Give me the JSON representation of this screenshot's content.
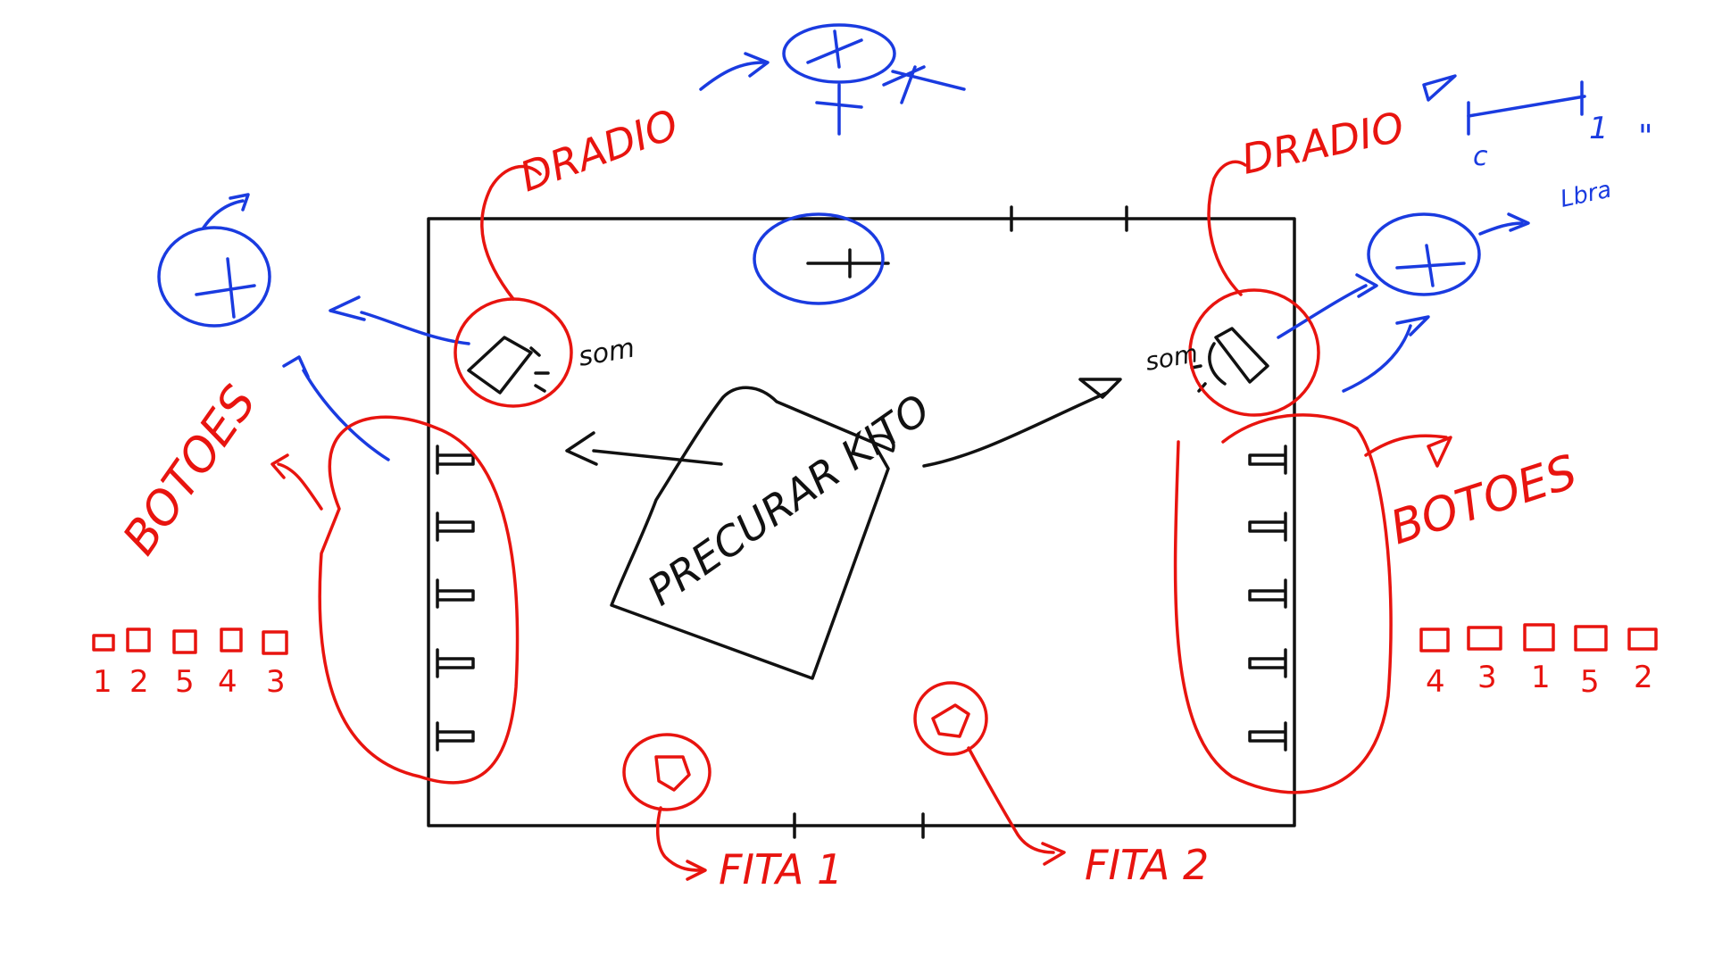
{
  "colors": {
    "ink_black": "#111111",
    "ink_red": "#e8140f",
    "ink_blue": "#1a3be0",
    "background": "#ffffff"
  },
  "labels": {
    "radio_left": "DRADIO",
    "radio_right": "DRADIO",
    "buttons_left": "BOTOES",
    "buttons_right": "BOTOES",
    "speaker_left": "som",
    "speaker_right": "som",
    "sheet": "PRECURAR KITO",
    "tape_1": "FITA 1",
    "tape_2": "FITA 2",
    "order_left": [
      "1",
      "2",
      "5",
      "4",
      "3"
    ],
    "order_right": [
      "4",
      "3",
      "1",
      "5",
      "2"
    ],
    "blue_scribble": "Lbra",
    "blue_mark": "\"",
    "blue_tick": "c",
    "blue_tick_right": "1"
  },
  "icons": {
    "radio_left": "flashlight-icon",
    "radio_right": "flashlight-icon",
    "tape_1": "tape-icon",
    "tape_2": "tape-icon"
  }
}
